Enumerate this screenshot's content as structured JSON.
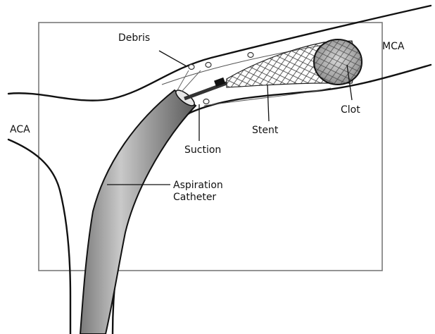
{
  "labels": {
    "debris": "Debris",
    "mca": "MCA",
    "aca": "ACA",
    "clot": "Clot",
    "stent": "Stent",
    "suction": "Suction",
    "aspiration_line1": "Aspiration",
    "aspiration_line2": "Catheter"
  }
}
